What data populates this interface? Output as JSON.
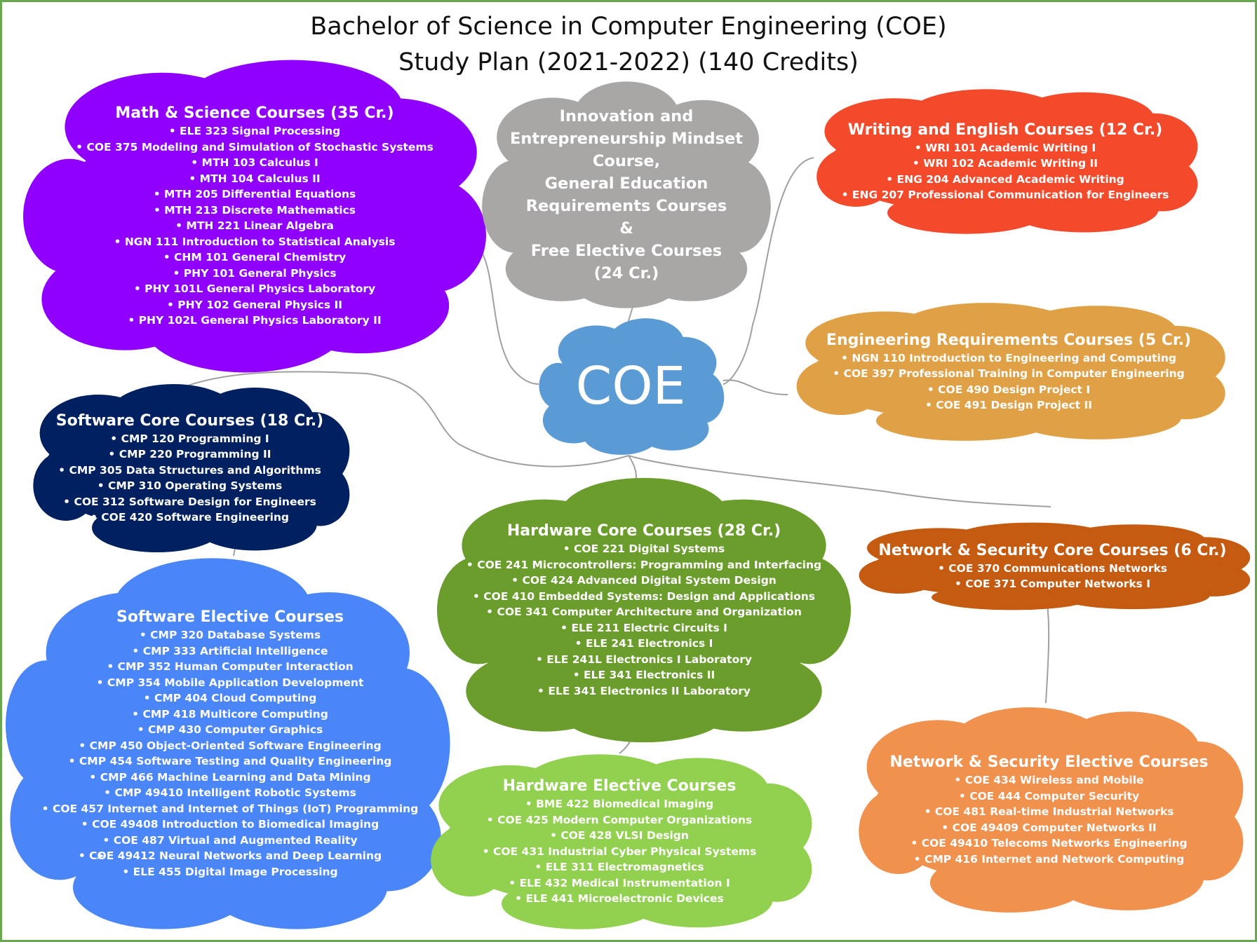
{
  "title": {
    "line1": "Bachelor of Science in Computer Engineering (COE)",
    "line2": "Study Plan (2021-2022) (140 Credits)"
  },
  "colors": {
    "border": "#6aa84f",
    "center": "#5b9bd5",
    "math": "#9000ff",
    "general": "#a9a6a6",
    "writing": "#f44a2c",
    "engineering": "#e0a045",
    "software_core": "#002060",
    "software_elective": "#4a86f7",
    "hardware_core": "#6a9d2c",
    "hardware_elective": "#92d050",
    "network_core": "#c55a11",
    "network_elective": "#f0914e",
    "connector": "#a0a0a0"
  },
  "center": {
    "label": "COE"
  },
  "general": {
    "lines": [
      "Innovation and",
      "Entrepreneurship Mindset",
      "Course,",
      "General Education",
      "Requirements  Courses",
      "&",
      "Free Elective Courses",
      "(24 Cr.)"
    ]
  },
  "groups": {
    "math": {
      "title": "Math & Science Courses (35 Cr.)",
      "courses": [
        "ELE 323 Signal Processing",
        "COE 375 Modeling and Simulation of Stochastic Systems",
        "MTH 103 Calculus I",
        "MTH 104 Calculus II",
        "MTH 205 Differential Equations",
        "MTH 213 Discrete Mathematics",
        "MTH 221 Linear Algebra",
        "NGN 111 Introduction to Statistical Analysis",
        "CHM 101 General Chemistry",
        "PHY 101 General Physics",
        "PHY 101L General Physics Laboratory",
        "PHY 102 General Physics II",
        "PHY 102L General Physics Laboratory II"
      ]
    },
    "writing": {
      "title": "Writing and English Courses (12 Cr.)",
      "courses": [
        "WRI 101 Academic Writing I",
        "WRI 102 Academic Writing II",
        "ENG 204 Advanced Academic Writing",
        "ENG 207 Professional Communication for Engineers"
      ]
    },
    "engineering": {
      "title": "Engineering Requirements Courses (5 Cr.)",
      "courses": [
        "NGN 110 Introduction to Engineering and Computing",
        "COE 397 Professional Training in Computer Engineering",
        "COE 490 Design Project I",
        "COE 491 Design Project II"
      ]
    },
    "software_core": {
      "title": "Software Core Courses (18 Cr.)",
      "courses": [
        "CMP 120 Programming I",
        "CMP 220 Programming II",
        "CMP 305 Data Structures and Algorithms",
        "CMP 310 Operating Systems",
        "COE 312 Software Design for Engineers",
        "COE 420 Software Engineering"
      ]
    },
    "software_elective": {
      "title": "Software Elective Courses",
      "courses": [
        "CMP 320 Database Systems",
        "CMP 333 Artificial Intelligence",
        "CMP 352 Human Computer Interaction",
        "CMP 354 Mobile Application Development",
        "CMP 404 Cloud Computing",
        "CMP 418 Multicore Computing",
        "CMP 430 Computer Graphics",
        "CMP 450 Object-Oriented Software Engineering",
        "CMP 454 Software Testing and Quality Engineering",
        "CMP 466 Machine Learning and Data Mining",
        "CMP 49410  Intelligent Robotic Systems",
        "COE 457 Internet and Internet of Things (IoT) Programming",
        "COE 49408 Introduction to Biomedical Imaging",
        "COE 487 Virtual and Augmented Reality",
        "COE 49412 Neural Networks and Deep Learning",
        "ELE 455 Digital Image Processing"
      ]
    },
    "hardware_core": {
      "title": "Hardware Core Courses (28 Cr.)",
      "courses": [
        "COE 221 Digital Systems",
        "COE 241 Microcontrollers: Programming and Interfacing",
        "COE 424 Advanced Digital System Design",
        "COE 410 Embedded Systems: Design and Applications",
        "COE 341 Computer Architecture and Organization",
        "ELE 211 Electric Circuits I",
        "ELE 241 Electronics I",
        "ELE 241L Electronics I Laboratory",
        "ELE 341 Electronics II",
        "ELE 341 Electronics II Laboratory"
      ]
    },
    "hardware_elective": {
      "title": "Hardware Elective Courses",
      "courses": [
        "BME 422 Biomedical Imaging",
        "COE 425 Modern Computer Organizations",
        "COE 428 VLSI Design",
        "COE 431 Industrial Cyber Physical Systems",
        "ELE 311 Electromagnetics",
        "ELE 432 Medical Instrumentation I",
        "ELE 441 Microelectronic Devices"
      ]
    },
    "network_core": {
      "title": "Network & Security Core Courses (6 Cr.)",
      "courses": [
        "COE 370 Communications Networks",
        "COE 371 Computer Networks I"
      ]
    },
    "network_elective": {
      "title": "Network & Security Elective Courses",
      "courses": [
        "COE 434 Wireless and Mobile",
        "COE 444 Computer Security",
        "COE 481 Real-time Industrial Networks",
        "COE 49409 Computer Networks II",
        "COE 49410 Telecoms Networks Engineering",
        "CMP 416 Internet and Network Computing"
      ]
    }
  }
}
